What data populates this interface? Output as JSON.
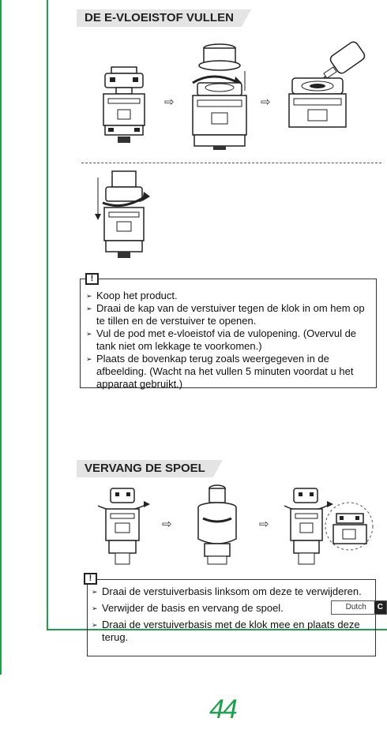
{
  "section1": {
    "title": "DE E-VLOEISTOF VULLEN",
    "warning_icon": "!",
    "notes": [
      "Koop het product.",
      "Draai de kap van de verstuiver tegen de klok in om hem op te tillen en de verstuiver te openen.",
      "Vul de pod met e-vloeistof via de vulopening. (Overvul de tank niet om lekkage te voorkomen.)",
      "Plaats de bovenkap terug zoals weergegeven in de afbeelding. (Wacht na het vullen 5 minuten voordat u het apparaat gebruikt.)"
    ]
  },
  "section2": {
    "title": "VERVANG DE SPOEL",
    "warning_icon": "!",
    "notes": [
      "Draai de verstuiverbasis linksom om deze te verwijderen.",
      "Verwijder de basis en vervang de spoel.",
      "Draai de verstuiverbasis met de klok mee en plaats deze terug."
    ]
  },
  "arrow_glyph": "⇨",
  "footer": {
    "language": "Dutch",
    "language_next": "C",
    "page_number": "44"
  },
  "colors": {
    "frame": "#1aa24b",
    "header_bg": "#e4e4e4"
  },
  "icons": [
    "warning-icon",
    "arrow-right-icon",
    "atomizer-illustration",
    "rotate-arrow-icon",
    "bottle-illustration"
  ]
}
